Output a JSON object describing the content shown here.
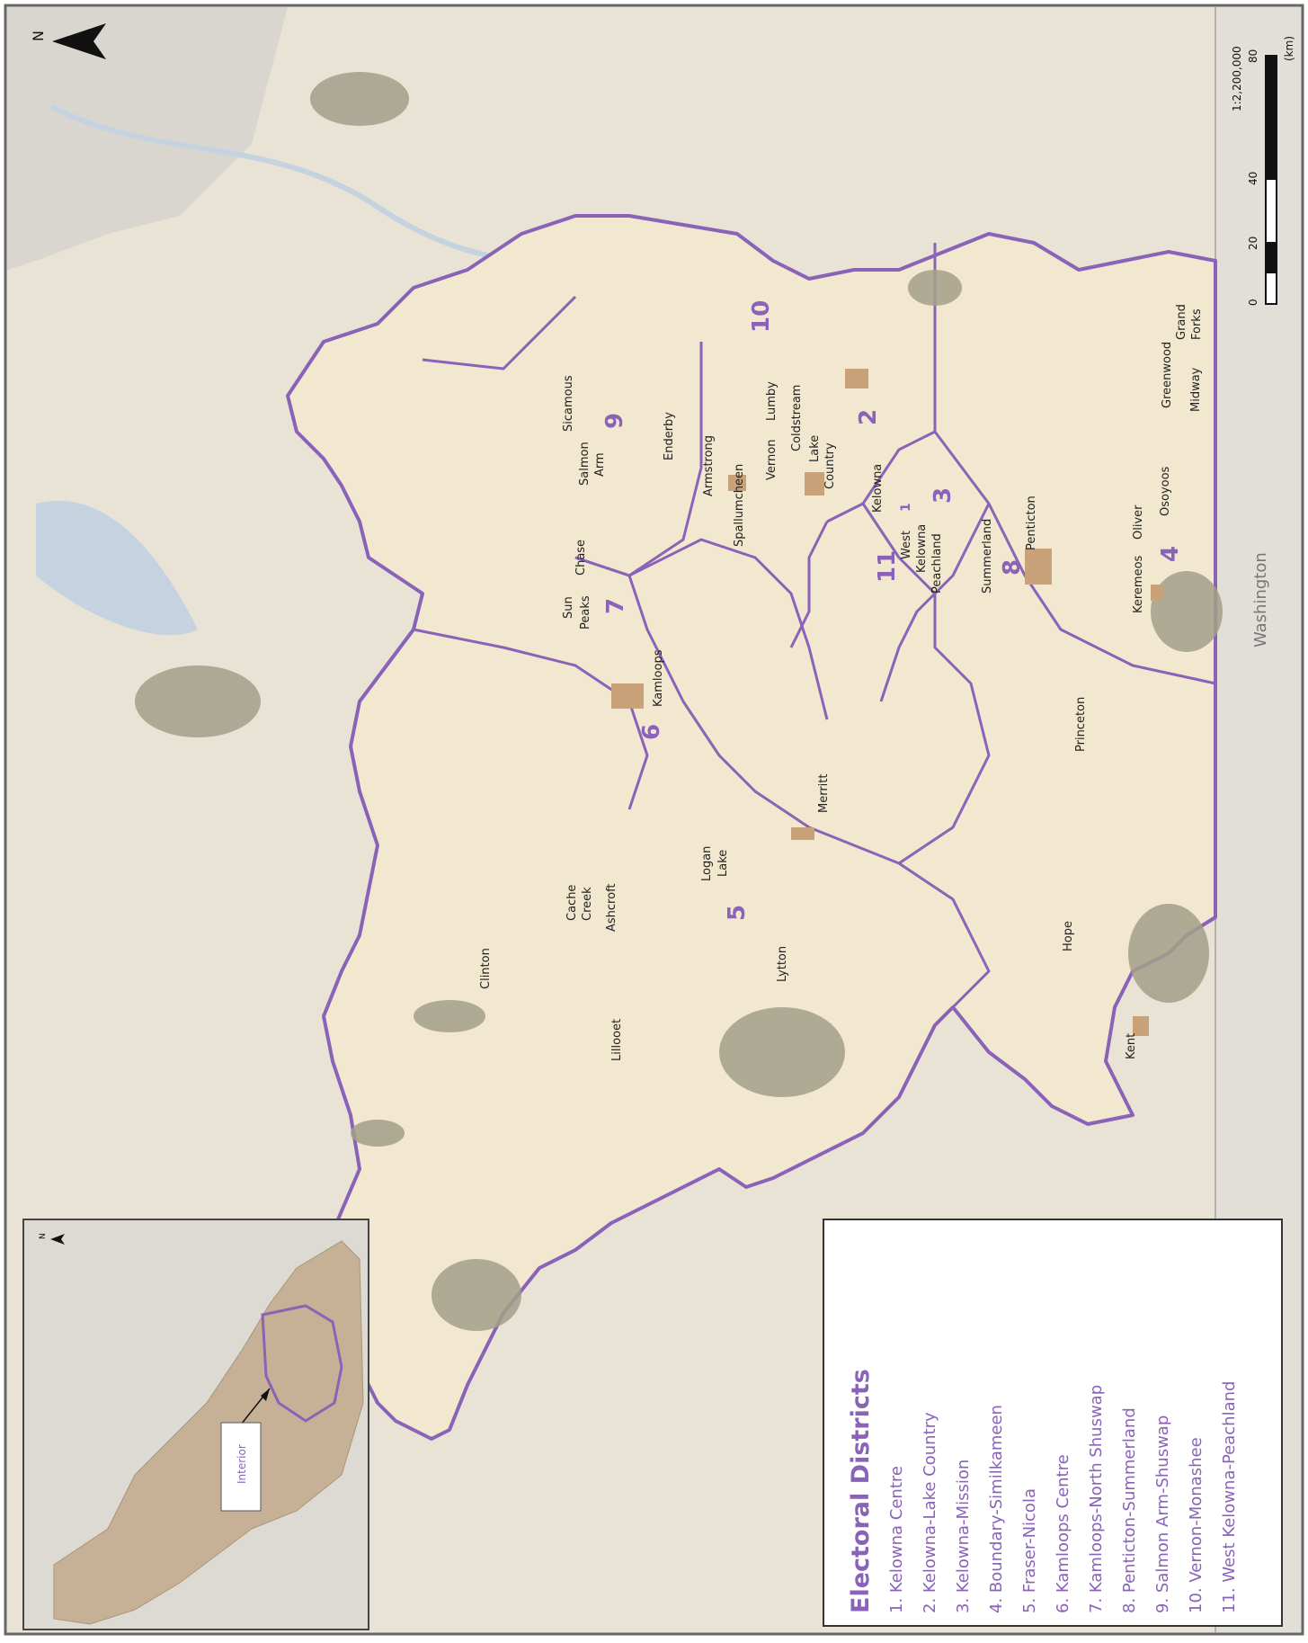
{
  "map": {
    "colors": {
      "land": "#ece3d2",
      "outside": "#dcd9d3",
      "district_fill": "#f2e7cf",
      "boundary": "#8a63b8",
      "water": "#c5d2df",
      "park": "#a39f88",
      "urban": "#c9a27a",
      "label_purple": "#8a63b8"
    },
    "north_label": "N",
    "scale": {
      "ratio": "1:2,200,000",
      "unit": "(km)",
      "ticks": [
        "0",
        "20",
        "40",
        "80"
      ]
    },
    "region_label": "Washington",
    "district_numbers": [
      "1",
      "2",
      "3",
      "4",
      "5",
      "6",
      "7",
      "8",
      "9",
      "10",
      "11"
    ],
    "towns": {
      "sicamous": "Sicamous",
      "salmon": "Salmon",
      "arm": "Arm",
      "enderby": "Enderby",
      "armstrong": "Armstrong",
      "spallumcheen": "Spallumcheen",
      "vernon": "Vernon",
      "lumby": "Lumby",
      "coldstream": "Coldstream",
      "lake": "Lake",
      "country": "Country",
      "kelowna": "Kelowna",
      "west": "West",
      "kelowna2": "Kelowna",
      "peachland": "Peachland",
      "summerland": "Summerland",
      "penticton": "Penticton",
      "oliver": "Oliver",
      "osoyoos": "Osoyoos",
      "keremeos": "Keremeos",
      "greenwood": "Greenwood",
      "midway": "Midway",
      "grand": "Grand",
      "forks": "Forks",
      "chase": "Chase",
      "sun": "Sun",
      "peaks": "Peaks",
      "kamloops": "Kamloops",
      "princeton": "Princeton",
      "merritt": "Merritt",
      "logan": "Logan",
      "lake2": "Lake",
      "cache": "Cache",
      "creek": "Creek",
      "ashcroft": "Ashcroft",
      "clinton": "Clinton",
      "lytton": "Lytton",
      "hope": "Hope",
      "lillooet": "Lillooet",
      "kent": "Kent"
    },
    "inset": {
      "north_label": "N",
      "callout": "Interior"
    },
    "legend": {
      "title": "Electoral Districts",
      "items": [
        "1. Kelowna Centre",
        "2. Kelowna-Lake Country",
        "3. Kelowna-Mission",
        "4. Boundary-Similkameen",
        "5. Fraser-Nicola",
        "6. Kamloops Centre",
        "7. Kamloops-North Shuswap",
        "8. Penticton-Summerland",
        "9. Salmon Arm-Shuswap",
        "10. Vernon-Monashee",
        "11. West Kelowna-Peachland"
      ]
    }
  }
}
